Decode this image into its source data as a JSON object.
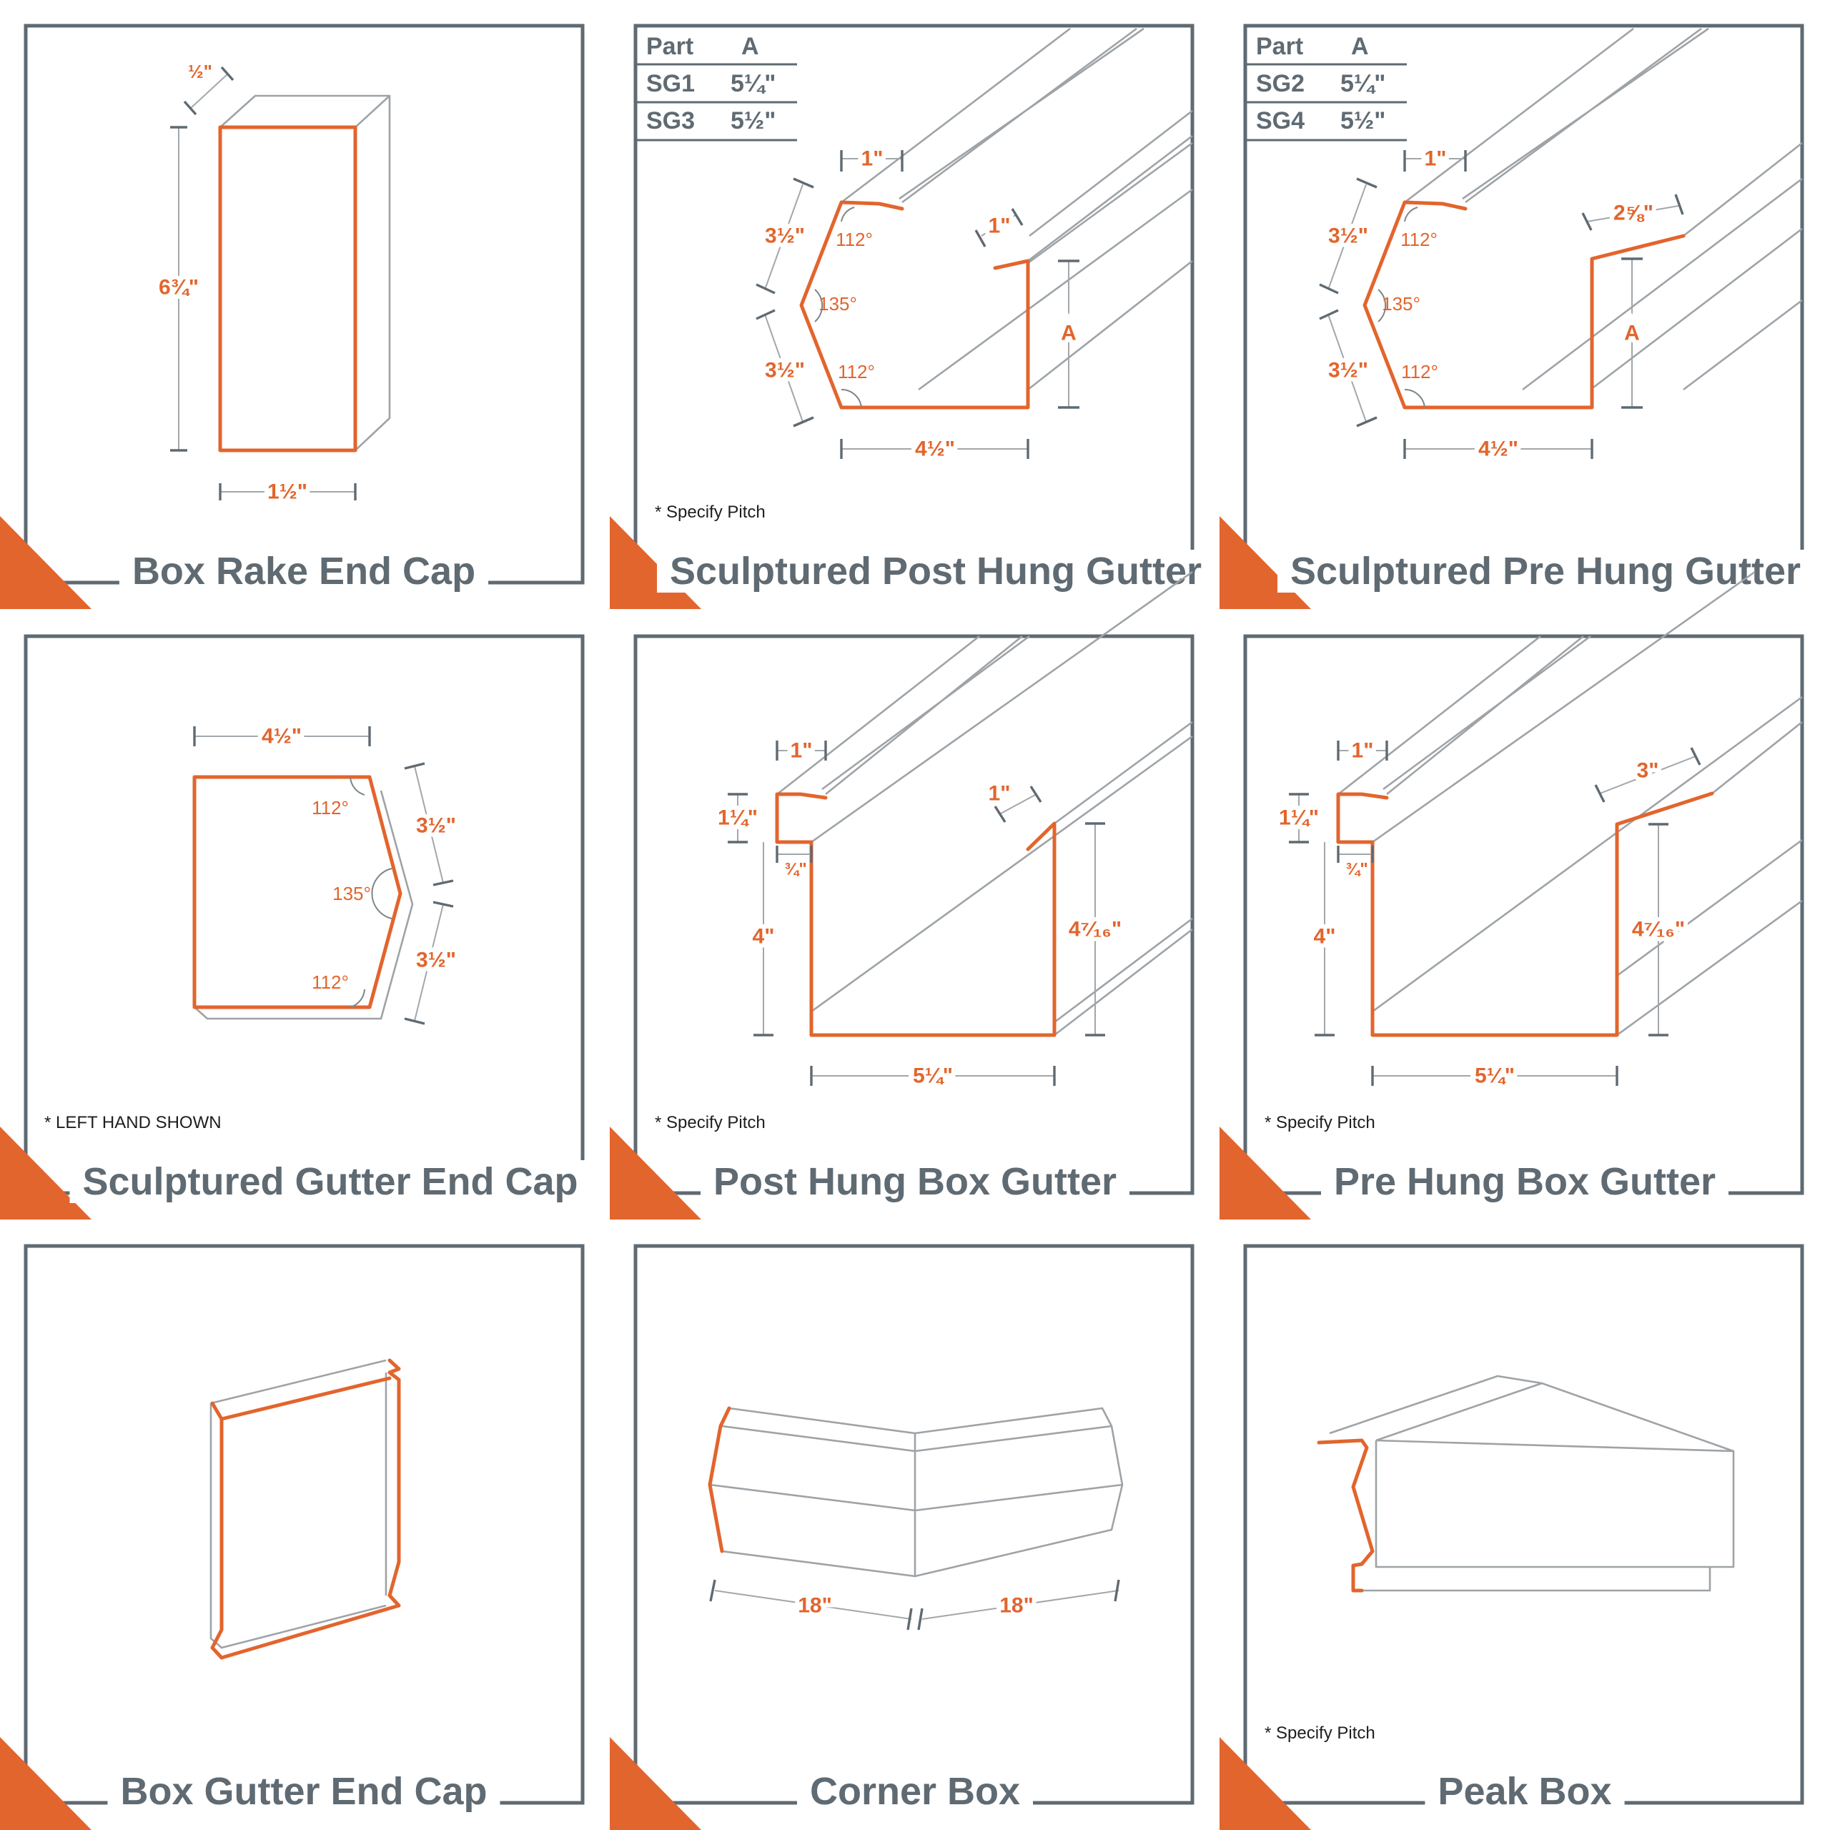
{
  "panels": [
    {
      "title": "Box Rake End Cap",
      "dims": [
        "½\"",
        "6¾\"",
        "1½\""
      ]
    },
    {
      "title": "Sculptured Post Hung Gutter",
      "table": {
        "headers": [
          "Part",
          "A"
        ],
        "rows": [
          [
            "SG1",
            "5¼\""
          ],
          [
            "SG3",
            "5½\""
          ]
        ]
      },
      "dims": [
        "1\"",
        "3½\"",
        "3½\"",
        "1\"",
        "A",
        "4½\""
      ],
      "angles": [
        "112°",
        "135°",
        "112°"
      ],
      "note": "* Specify Pitch"
    },
    {
      "title": "Sculptured Pre Hung Gutter",
      "table": {
        "headers": [
          "Part",
          "A"
        ],
        "rows": [
          [
            "SG2",
            "5¼\""
          ],
          [
            "SG4",
            "5½\""
          ]
        ]
      },
      "dims": [
        "1\"",
        "3½\"",
        "3½\"",
        "2⅝\"",
        "A",
        "4½\""
      ],
      "angles": [
        "112°",
        "135°",
        "112°"
      ]
    },
    {
      "title": "Sculptured Gutter End Cap",
      "dims": [
        "4½\"",
        "3½\"",
        "3½\""
      ],
      "angles": [
        "112°",
        "135°",
        "112°"
      ],
      "note": "* LEFT HAND SHOWN"
    },
    {
      "title": "Post Hung Box Gutter",
      "dims": [
        "1\"",
        "1¼\"",
        "¾\"",
        "4\"",
        "1\"",
        "4⁷⁄₁₆\"",
        "5¼\""
      ],
      "note": "* Specify Pitch"
    },
    {
      "title": "Pre Hung Box Gutter",
      "dims": [
        "1\"",
        "1¼\"",
        "¾\"",
        "4\"",
        "3\"",
        "4⁷⁄₁₆\"",
        "5¼\""
      ],
      "note": "* Specify Pitch"
    },
    {
      "title": "Box Gutter End Cap"
    },
    {
      "title": "Corner Box",
      "dims": [
        "18\"",
        "18\""
      ]
    },
    {
      "title": "Peak Box",
      "note": "* Specify Pitch"
    }
  ],
  "colors": {
    "accent": "#e2652d",
    "frame": "#5f6a72",
    "linework": "#9ea3a7"
  }
}
